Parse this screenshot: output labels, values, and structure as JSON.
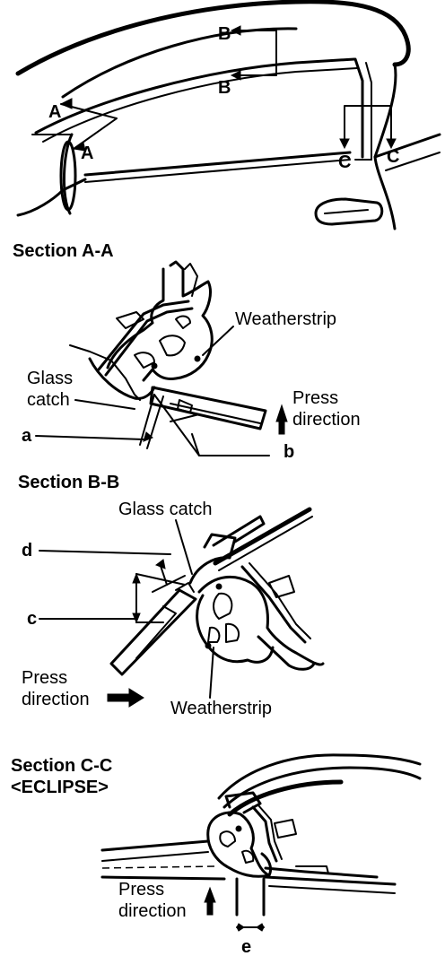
{
  "overview": {
    "markers": {
      "a_top": "A",
      "a_bottom": "A",
      "b_top": "B",
      "b_bottom": "B",
      "c_left": "C",
      "c_right": "C"
    }
  },
  "section_a": {
    "title": "Section  A-A",
    "weatherstrip": "Weatherstrip",
    "glass_catch_1": "Glass",
    "glass_catch_2": "catch",
    "press_1": "Press",
    "press_2": "direction",
    "dim_a": "a",
    "dim_b": "b"
  },
  "section_b": {
    "title": "Section  B-B",
    "glass_catch": "Glass catch",
    "dim_d": "d",
    "dim_c": "c",
    "press_1": "Press",
    "press_2": "direction",
    "weatherstrip": "Weatherstrip"
  },
  "section_c": {
    "title": "Section  C-C",
    "subtitle": "<ECLIPSE>",
    "press_1": "Press",
    "press_2": "direction",
    "dim_e": "e"
  }
}
